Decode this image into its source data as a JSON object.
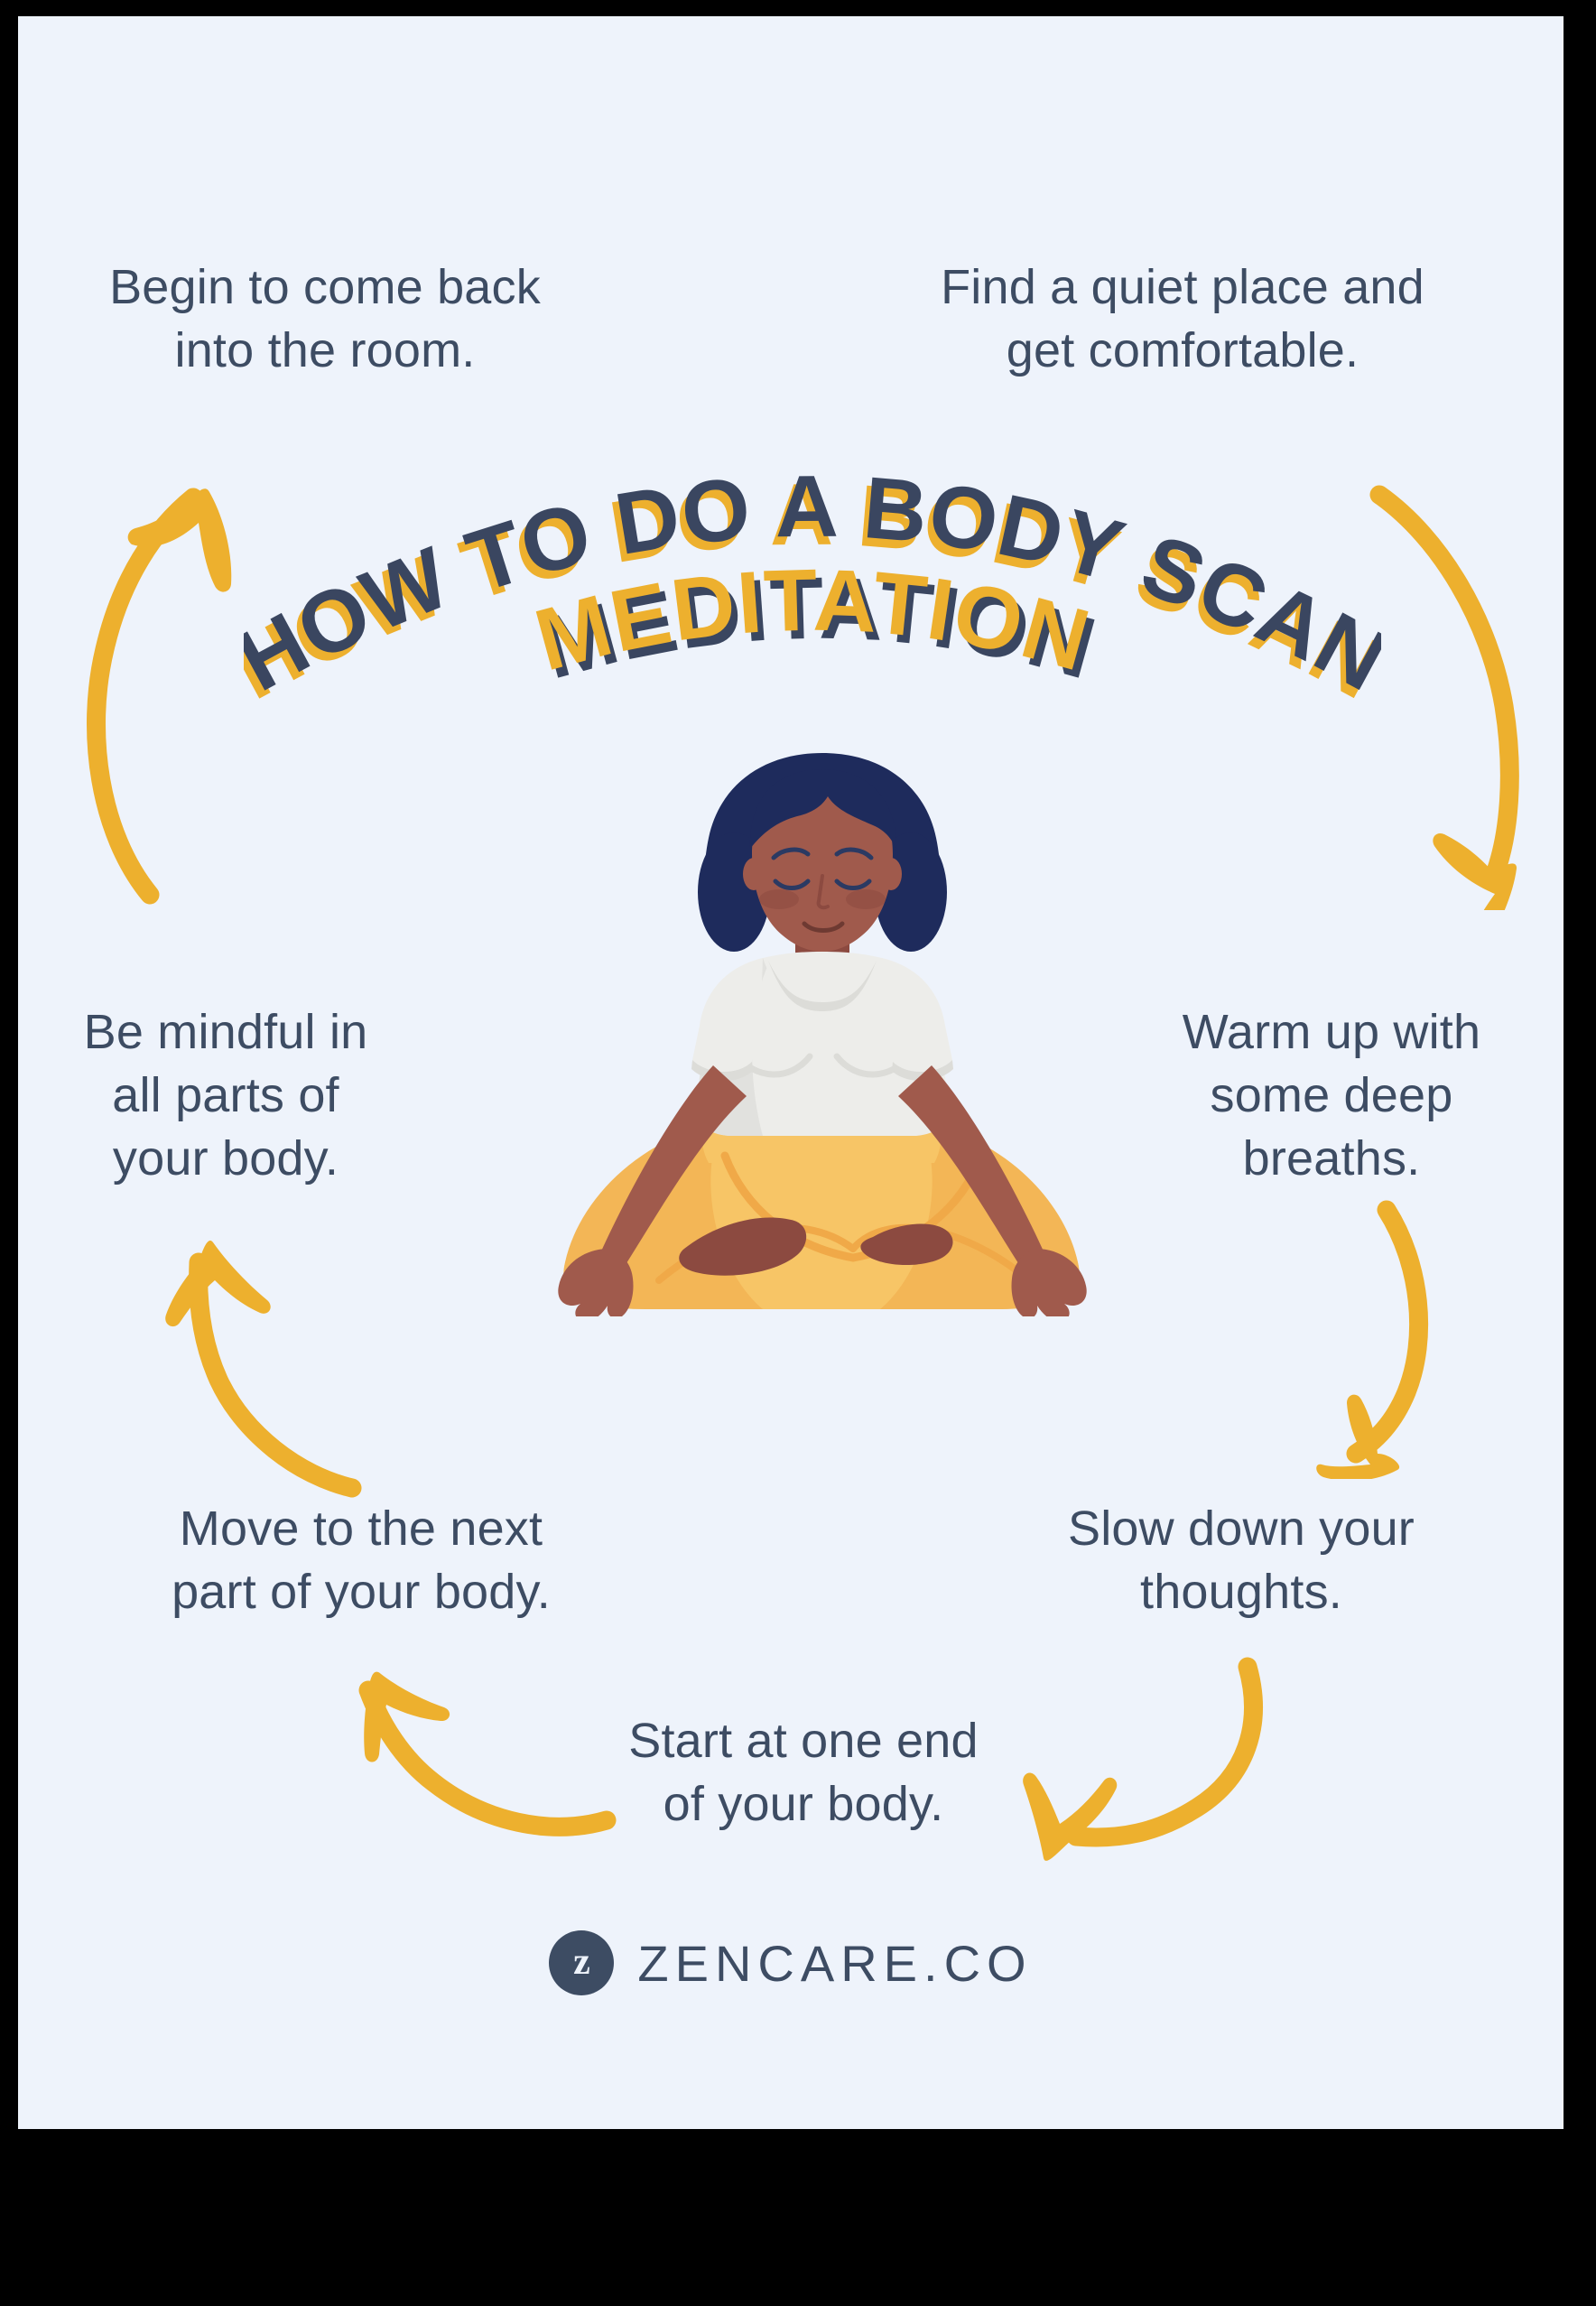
{
  "poster": {
    "background_color": "#EEF3FB",
    "frame_color": "#000000",
    "accent_gold": "#EDB02E",
    "ink_navy": "#3D4C63",
    "title_dark": "#3A4660"
  },
  "title": {
    "line1": "HOW TO DO A BODY SCAN",
    "line2": "MEDITATION",
    "line1_fill": "#3A4660",
    "line1_shadow": "#EDB02E",
    "line2_fill": "#EDB02E",
    "line2_shadow": "#3A4660"
  },
  "steps": [
    {
      "id": "find-quiet-place",
      "text": "Find a quiet place and\nget comfortable.",
      "position": "top-right"
    },
    {
      "id": "warm-up-breaths",
      "text": "Warm up with\nsome deep\nbreaths.",
      "position": "middle-right"
    },
    {
      "id": "slow-down-thoughts",
      "text": "Slow down your\nthoughts.",
      "position": "bottom-right"
    },
    {
      "id": "start-one-end",
      "text": "Start at one end\nof your body.",
      "position": "bottom-center"
    },
    {
      "id": "move-next-part",
      "text": "Move to the next\npart of your body.",
      "position": "bottom-left"
    },
    {
      "id": "be-mindful-all-parts",
      "text": "Be mindful in\nall parts of\nyour body.",
      "position": "middle-left"
    },
    {
      "id": "come-back-room",
      "text": "Begin to come back\ninto the room.",
      "position": "top-left"
    }
  ],
  "arrows": [
    {
      "id": "arrow-top-left",
      "direction": "up",
      "color": "#EDB02E"
    },
    {
      "id": "arrow-top-right",
      "direction": "down",
      "color": "#EDB02E"
    },
    {
      "id": "arrow-middle-right",
      "direction": "down",
      "color": "#EDB02E"
    },
    {
      "id": "arrow-bottom-right",
      "direction": "left",
      "color": "#EDB02E"
    },
    {
      "id": "arrow-bottom-left",
      "direction": "up-left",
      "color": "#EDB02E"
    },
    {
      "id": "arrow-middle-left",
      "direction": "up",
      "color": "#EDB02E"
    }
  ],
  "illustration": {
    "name": "woman-meditating-lotus-pose",
    "hair_color": "#1E2B5C",
    "skin_color": "#A05A4C",
    "skin_shadow": "#8C4A40",
    "shirt_color": "#EDEDEA",
    "shirt_shadow": "#DCDCD8",
    "pants_color": "#F7C566",
    "pants_shadow": "#F0A948"
  },
  "footer": {
    "badge_letter": "z",
    "wordmark": "ZENCARE.CO",
    "badge_bg": "#3D4C63",
    "wordmark_color": "#3D4C63"
  }
}
